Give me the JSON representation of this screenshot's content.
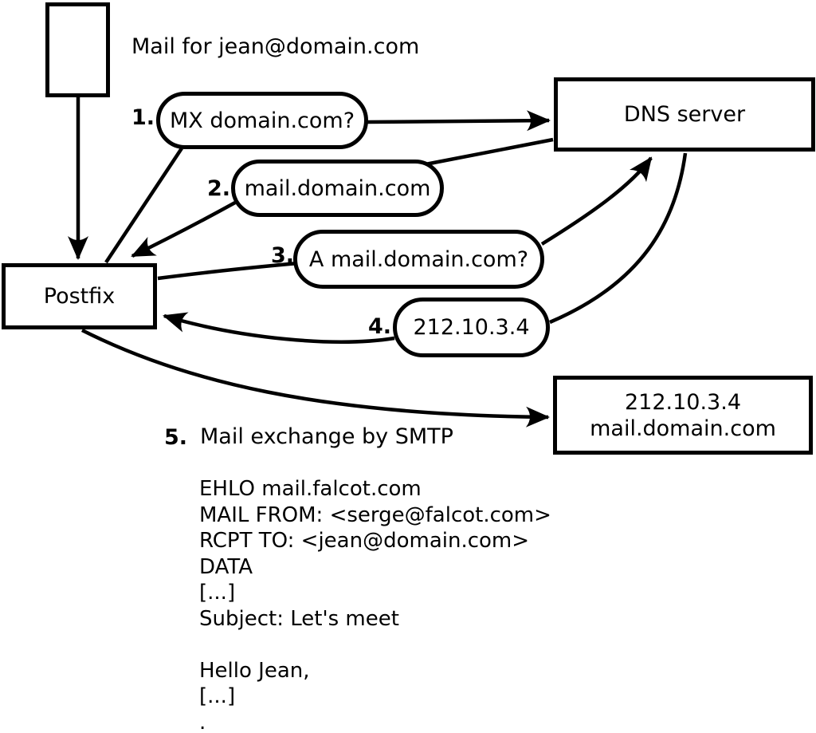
{
  "title": "Mail for jean@domain.com",
  "nodes": {
    "postfix": {
      "label": "Postfix"
    },
    "dns_server": {
      "label": "DNS server"
    },
    "mail_server": {
      "line1": "212.10.3.4",
      "line2": "mail.domain.com"
    }
  },
  "steps": [
    {
      "num": "1.",
      "label": "MX domain.com?"
    },
    {
      "num": "2.",
      "label": "mail.domain.com"
    },
    {
      "num": "3.",
      "label": "A mail.domain.com?"
    },
    {
      "num": "4.",
      "label": "212.10.3.4"
    },
    {
      "num": "5.",
      "label": "Mail exchange by SMTP"
    }
  ],
  "smtp_session": {
    "lines": [
      "EHLO mail.falcot.com",
      "MAIL FROM: <serge@falcot.com>",
      "RCPT TO: <jean@domain.com>",
      "DATA",
      "[...]",
      "Subject: Let's meet",
      "",
      "Hello Jean,",
      "[...]",
      "."
    ]
  },
  "colors": {
    "stroke": "#000000",
    "background": "#ffffff"
  }
}
